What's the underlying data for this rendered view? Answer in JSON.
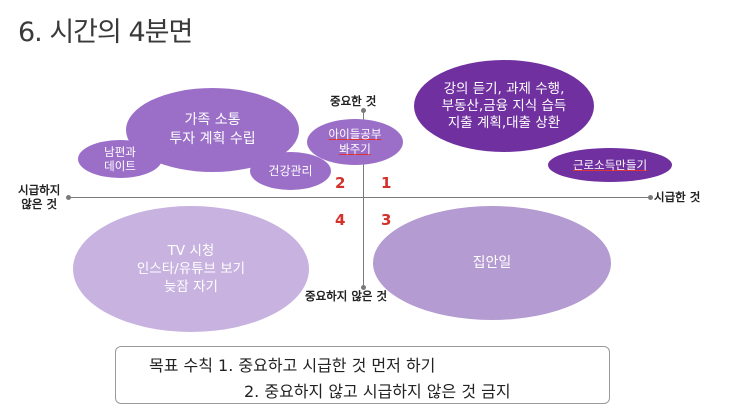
{
  "title": "6. 시간의 4분면",
  "axes": {
    "top": "중요한 것",
    "bottom": "중요하지 않은 것",
    "left": "시급하지\n않은 것",
    "right": "시급한 것"
  },
  "quadrants": [
    "1",
    "2",
    "3",
    "4"
  ],
  "bubbles": {
    "study": "강의 듣기, 과제 수행,\n부동산,금융 지식 습득\n지출 계획,대출 상환",
    "family": "가족 소통\n투자 계획 수립",
    "date": "남편과\n데이트",
    "kids": "아이들공부\n봐주기",
    "health": "건강관리",
    "income": "근로소득만들기",
    "tv": "TV 시청\n인스타/유튜브 보기\n늦잠 자기",
    "housework": "집안일"
  },
  "goals": {
    "line1": "목표 수칙 1. 중요하고 시급한 것 먼저 하기",
    "line2": "2. 중요하지 않고 시급하지 않은 것 금지"
  },
  "colors": {
    "dark_purple": "#7030a0",
    "mid_purple": "#9b6fc8",
    "light_purple": "#b49bd2",
    "pale_purple": "#c7b2e0",
    "quadrant_red": "#d3312a"
  }
}
